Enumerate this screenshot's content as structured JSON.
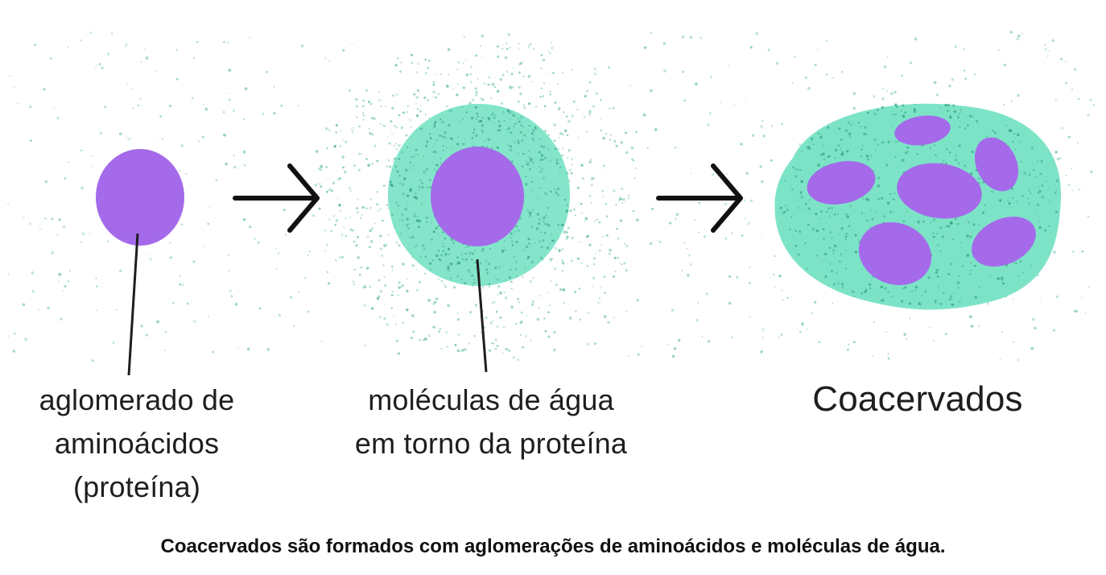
{
  "colors": {
    "protein": "#a46aea",
    "water_shell": "#6fe0c1",
    "water_dots": "#4fb49a",
    "arrow": "#111111",
    "text": "#1e1e1e"
  },
  "stages": [
    {
      "label_lines": [
        "aglomerado de",
        "aminoácidos",
        "(proteína)"
      ]
    },
    {
      "label_lines": [
        "moléculas de água",
        "em torno da proteína"
      ]
    },
    {
      "label_lines": [
        "Coacervados"
      ]
    }
  ],
  "caption": "Coacervados são formados com aglomerações de aminoácidos e moléculas de água.",
  "icons": [
    "arrow-right-icon",
    "arrow-right-icon"
  ]
}
